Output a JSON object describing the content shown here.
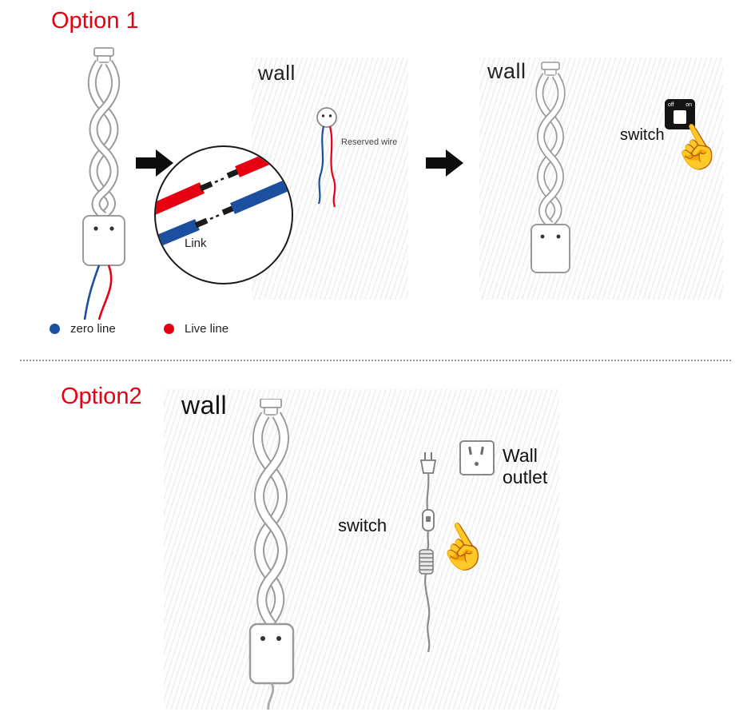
{
  "colors": {
    "accent_red": "#e60012",
    "zero_line_blue": "#1d4fa1",
    "live_line_red": "#e60012"
  },
  "icons": {
    "pointing_hand": "☝"
  },
  "option1": {
    "title": "Option 1",
    "wall_left_label": "wall",
    "reserved_wire_label": "Reserved wire",
    "link_inset_label": "Link",
    "wall_right_label": "wall",
    "switch_label": "switch",
    "switch_off_label": "off",
    "switch_on_label": "on",
    "legend": {
      "zero_label": "zero line",
      "live_label": "Live line"
    }
  },
  "option2": {
    "title": "Option2",
    "wall_label": "wall",
    "wall_outlet_label": "Wall outlet",
    "switch_label": "switch"
  }
}
